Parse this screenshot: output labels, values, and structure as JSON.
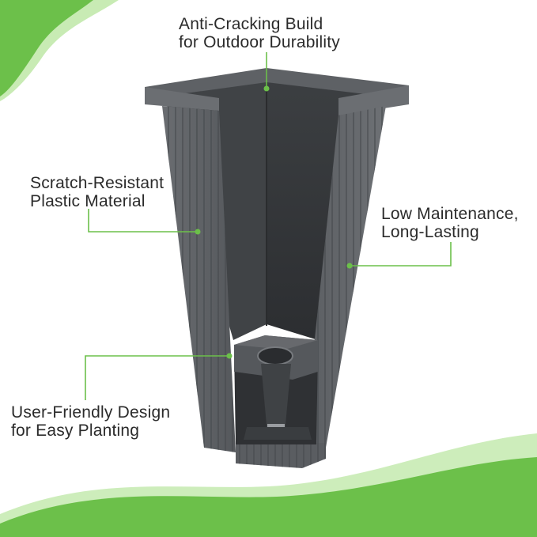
{
  "colors": {
    "accent_green": "#6cc04a",
    "light_green": "#b6e39a",
    "planter_gray": "#5c5f63",
    "text": "#2b2b2b"
  },
  "callouts": {
    "top": {
      "line1": "Anti-Cracking Build",
      "line2": "for Outdoor Durability"
    },
    "left_upper": {
      "line1": "Scratch-Resistant",
      "line2": "Plastic Material"
    },
    "right": {
      "line1": "Low Maintenance,",
      "line2": "Long-Lasting"
    },
    "left_lower": {
      "line1": "User-Friendly Design",
      "line2": "for Easy Planting"
    }
  }
}
